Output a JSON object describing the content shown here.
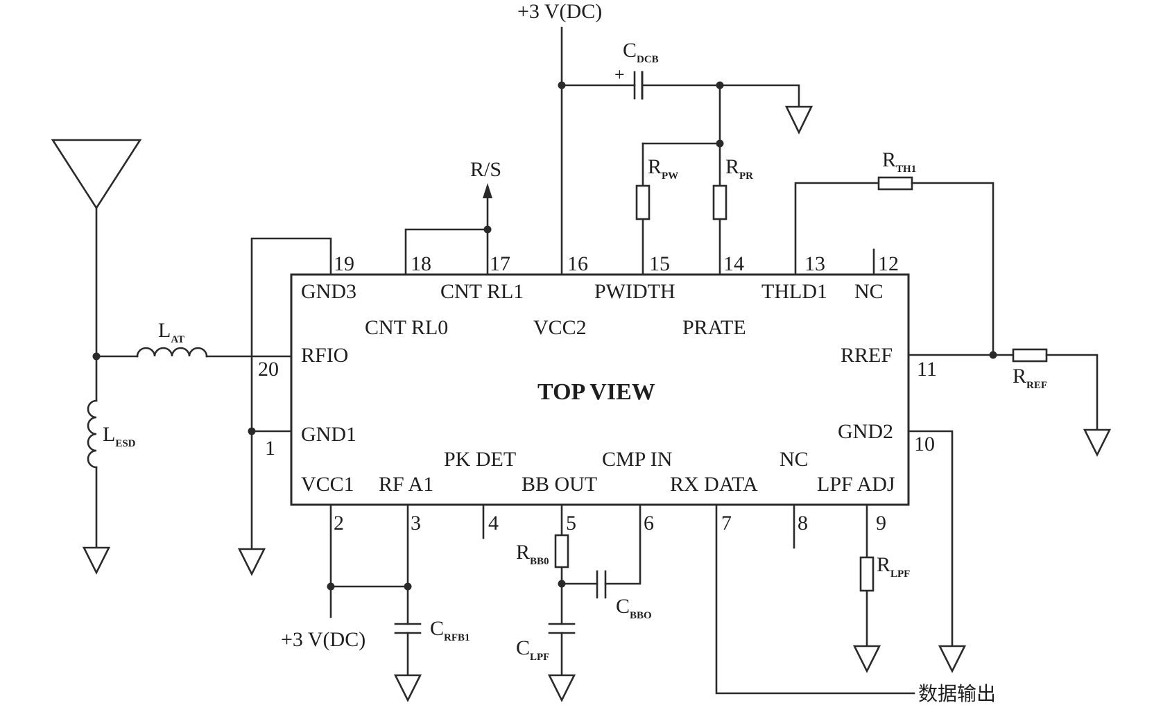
{
  "chip": {
    "view_label": "TOP VIEW",
    "pin_names": {
      "p1": "GND1",
      "p2": "VCC1",
      "p3": "RF A1",
      "p4": "PK DET",
      "p5": "BB OUT",
      "p6": "CMP IN",
      "p7": "RX DATA",
      "p8": "NC",
      "p9": "LPF ADJ",
      "p10": "GND2",
      "p11": "RREF",
      "p12": "NC",
      "p13": "THLD1",
      "p14": "PRATE",
      "p15": "PWIDTH",
      "p16": "VCC2",
      "p17": "CNT RL1",
      "p18": "CNT RL0",
      "p19": "GND3",
      "p20": "RFIO"
    },
    "pin_numbers": {
      "p1": "1",
      "p2": "2",
      "p3": "3",
      "p4": "4",
      "p5": "5",
      "p6": "6",
      "p7": "7",
      "p8": "8",
      "p9": "9",
      "p10": "10",
      "p11": "11",
      "p12": "12",
      "p13": "13",
      "p14": "14",
      "p15": "15",
      "p16": "16",
      "p17": "17",
      "p18": "18",
      "p19": "19",
      "p20": "20"
    }
  },
  "components": {
    "L_AT": {
      "main": "L",
      "sub": "AT"
    },
    "L_ESD": {
      "main": "L",
      "sub": "ESD"
    },
    "C_DCB": {
      "main": "C",
      "sub": "DCB"
    },
    "R_PW": {
      "main": "R",
      "sub": "PW"
    },
    "R_PR": {
      "main": "R",
      "sub": "PR"
    },
    "R_TH1": {
      "main": "R",
      "sub": "TH1"
    },
    "R_REF": {
      "main": "R",
      "sub": "REF"
    },
    "R_BB0": {
      "main": "R",
      "sub": "BB0"
    },
    "C_BBO": {
      "main": "C",
      "sub": "BBO"
    },
    "C_LPF": {
      "main": "C",
      "sub": "LPF"
    },
    "R_LPF": {
      "main": "R",
      "sub": "LPF"
    },
    "C_RFB1": {
      "main": "C",
      "sub": "RFB1"
    }
  },
  "labels": {
    "supply_top": "+3 V(DC)",
    "supply_bottom": "+3 V(DC)",
    "rs": "R/S",
    "data_out": "数据输出",
    "plus": "+"
  }
}
